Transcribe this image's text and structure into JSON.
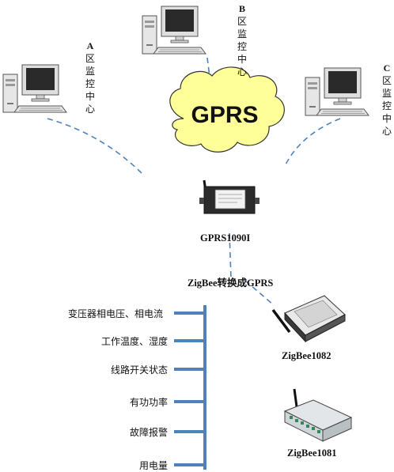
{
  "cloud_label": "GPRS",
  "centers": {
    "a": {
      "letter": "A",
      "chars": [
        "区",
        "监",
        "控",
        "中",
        "心"
      ]
    },
    "b": {
      "letter": "B",
      "chars": [
        "区",
        "监",
        "控",
        "中",
        "心"
      ]
    },
    "c": {
      "letter": "C",
      "chars": [
        "区",
        "监",
        "控",
        "中",
        "心"
      ]
    }
  },
  "device_main": "GPRS1090I",
  "converter_label": "ZigBee转换成GPRS",
  "device_1082": "ZigBee1082",
  "device_1081": "ZigBee1081",
  "items": [
    "变压器相电压、相电流",
    "工作温度、湿度",
    "线路开关状态",
    "有功功率",
    "故障报警",
    "用电量"
  ],
  "colors": {
    "cloud_fill": "#ffff99",
    "bus_line": "#4f81bd",
    "dashed_link": "#4f81bd"
  }
}
